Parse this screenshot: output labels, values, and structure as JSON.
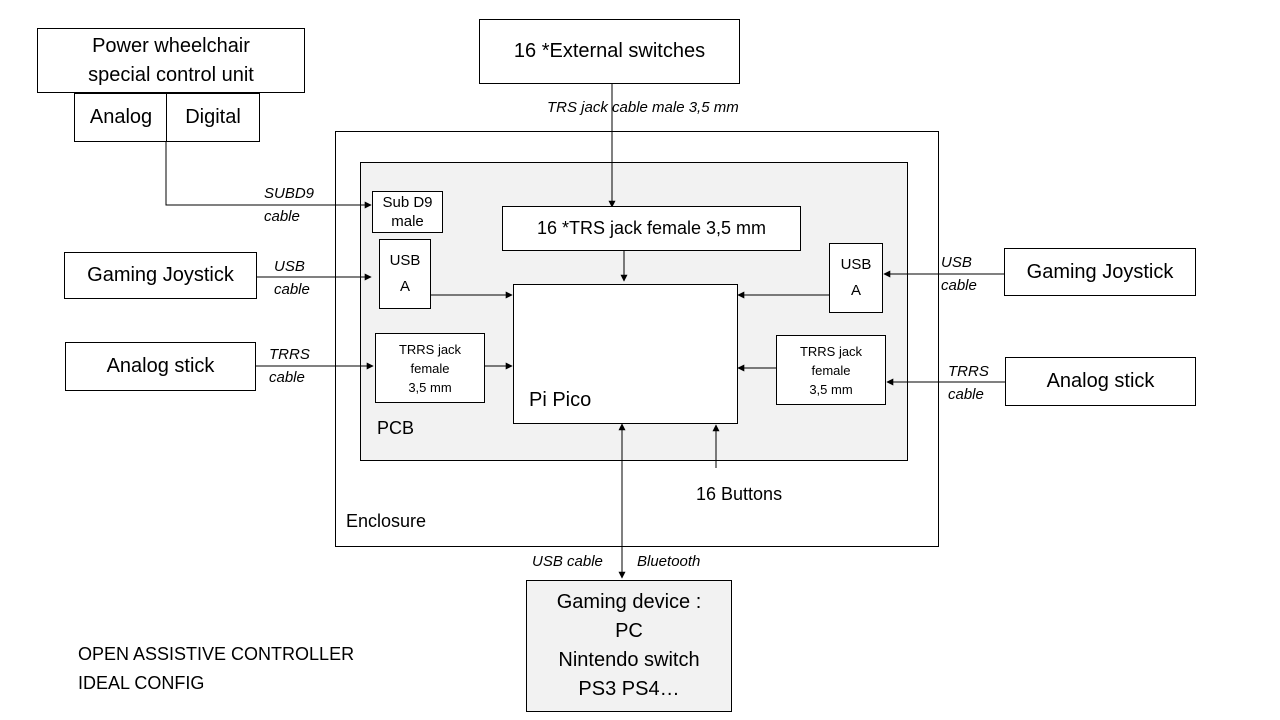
{
  "diagram": {
    "wheelchair_unit": {
      "line1": "Power wheelchair",
      "line2": "special control unit"
    },
    "wheelchair_ports": {
      "analog": "Analog",
      "digital": "Digital"
    },
    "external_switches": "16 *External switches",
    "trs_cable_label": "TRS jack cable male 3,5 mm",
    "subd9_cable": {
      "line1": "SUBD9",
      "line2": "cable"
    },
    "enclosure_label": "Enclosure",
    "pcb_label": "PCB",
    "subd9_port": {
      "line1": "Sub D9",
      "line2": "male"
    },
    "trs_female": "16 *TRS  jack female  3,5 mm",
    "usb_port_left": {
      "line1": "USB",
      "line2": "A"
    },
    "usb_port_right": {
      "line1": "USB",
      "line2": "A"
    },
    "trrs_left": {
      "line1": "TRRS jack",
      "line2": "female",
      "line3": "3,5 mm"
    },
    "trrs_right": {
      "line1": "TRRS jack",
      "line2": "female",
      "line3": "3,5 mm"
    },
    "pi_pico": "Pi Pico",
    "buttons": "16 Buttons",
    "gaming_joystick_left": "Gaming Joystick",
    "gaming_joystick_right": "Gaming Joystick",
    "usb_cable_left": {
      "line1": "USB",
      "line2": "cable"
    },
    "usb_cable_right": {
      "line1": "USB",
      "line2": "cable"
    },
    "analog_stick_left": "Analog stick",
    "analog_stick_right": "Analog stick",
    "trrs_cable_left": {
      "line1": "TRRS",
      "line2": "cable"
    },
    "trrs_cable_right": {
      "line1": "TRRS",
      "line2": "cable"
    },
    "usb_cable_bottom": "USB cable",
    "bluetooth": "Bluetooth",
    "gaming_device": {
      "line1": "Gaming device :",
      "line2": "PC",
      "line3": "Nintendo switch",
      "line4": "PS3 PS4…"
    },
    "caption": {
      "line1": "OPEN ASSISTIVE CONTROLLER",
      "line2": "IDEAL CONFIG"
    }
  }
}
